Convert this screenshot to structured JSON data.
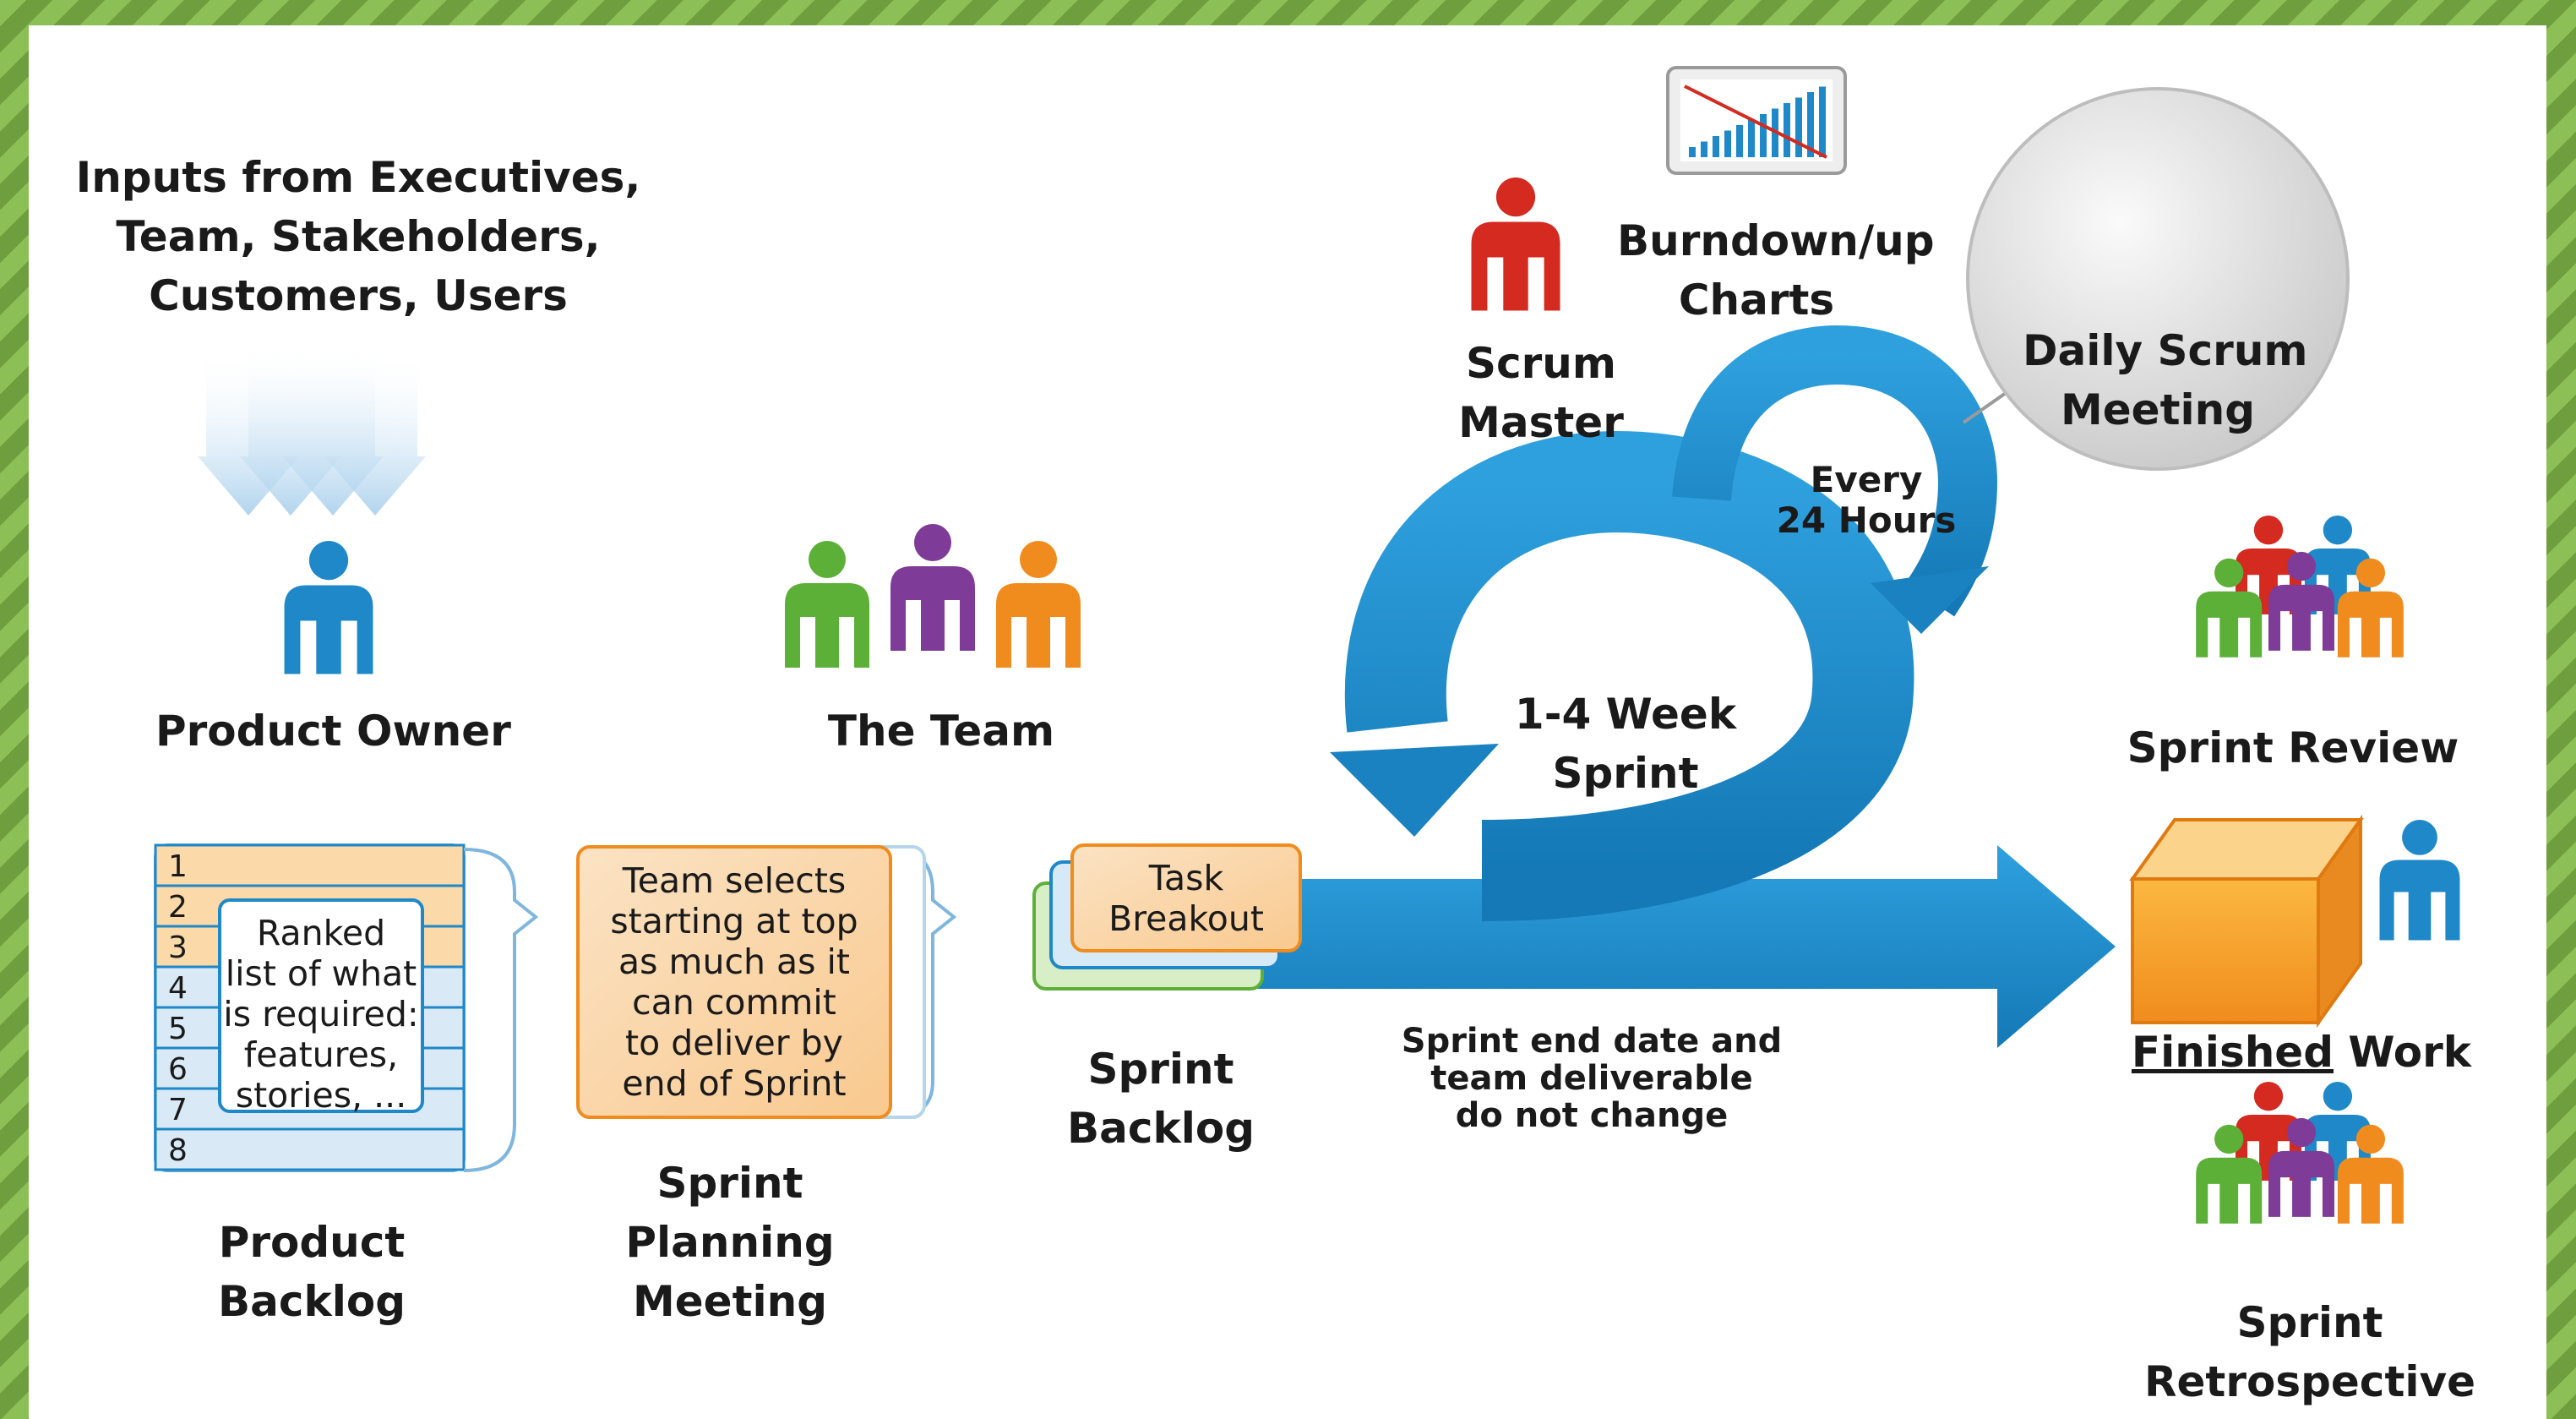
{
  "inputs": {
    "line1": "Inputs from Executives,",
    "line2": "Team, Stakeholders,",
    "line3": "Customers, Users"
  },
  "product_owner": {
    "label": "Product Owner"
  },
  "the_team": {
    "label": "The Team"
  },
  "scrum_master": {
    "line1": "Scrum",
    "line2": "Master"
  },
  "burndown": {
    "line1": "Burndown/up",
    "line2": "Charts"
  },
  "daily_scrum": {
    "line1": "Daily Scrum",
    "line2": "Meeting"
  },
  "every_24": {
    "line1": "Every",
    "line2": "24 Hours"
  },
  "sprint_loop": {
    "line1": "1-4 Week",
    "line2": "Sprint"
  },
  "product_backlog": {
    "numbers": [
      "1",
      "2",
      "3",
      "4",
      "5",
      "6",
      "7",
      "8"
    ],
    "note_lines": [
      "Ranked",
      "list of what",
      "is required:",
      "features,",
      "stories, ..."
    ],
    "label1": "Product",
    "label2": "Backlog"
  },
  "sprint_planning": {
    "box_lines": [
      "Team selects",
      "starting at top",
      "as much as it",
      "can commit",
      "to deliver by",
      "end of Sprint"
    ],
    "label1": "Sprint",
    "label2": "Planning",
    "label3": "Meeting"
  },
  "sprint_backlog": {
    "box_line1": "Task",
    "box_line2": "Breakout",
    "label1": "Sprint",
    "label2": "Backlog"
  },
  "sprint_end": {
    "line1": "Sprint end date and",
    "line2": "team deliverable",
    "line3": "do not change"
  },
  "sprint_review": {
    "label": "Sprint Review"
  },
  "finished_work": {
    "underlined": "Finished",
    "rest": " Work"
  },
  "sprint_retro": {
    "line1": "Sprint",
    "line2": "Retrospective"
  },
  "colors": {
    "blue": "#1e88c8",
    "red": "#d42a20",
    "green": "#5cb038",
    "purple": "#7e3c98",
    "orange": "#f08c1e",
    "frame": "#7aa84a"
  }
}
